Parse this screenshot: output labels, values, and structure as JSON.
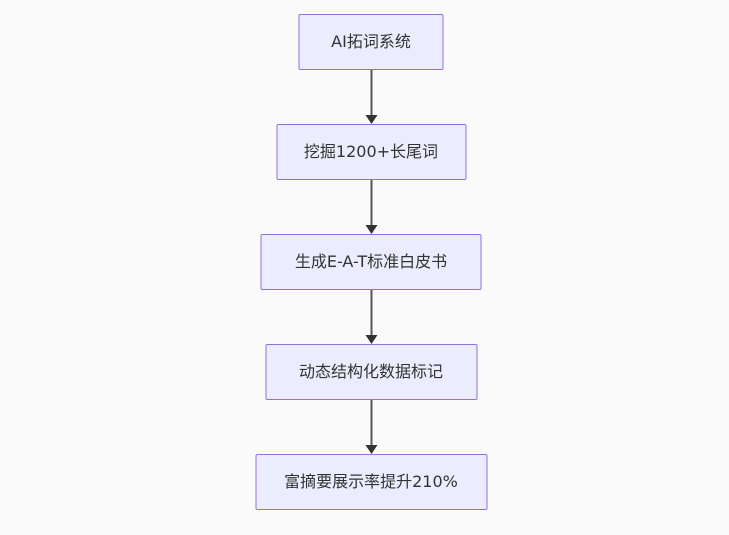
{
  "diagram": {
    "type": "flowchart",
    "direction": "top-down",
    "nodes": [
      {
        "id": "A",
        "label": "AI拓词系统"
      },
      {
        "id": "B",
        "label": "挖掘1200+长尾词"
      },
      {
        "id": "C",
        "label": "生成E-A-T标准白皮书"
      },
      {
        "id": "D",
        "label": "动态结构化数据标记"
      },
      {
        "id": "E",
        "label": "富摘要展示率提升210%"
      }
    ],
    "edges": [
      {
        "from": "A",
        "to": "B",
        "style": "arrow-down"
      },
      {
        "from": "B",
        "to": "C",
        "style": "arrow-down"
      },
      {
        "from": "C",
        "to": "D",
        "style": "arrow-down"
      },
      {
        "from": "D",
        "to": "E",
        "style": "arrow-down"
      }
    ],
    "colors": {
      "background": "#fafafa",
      "node_fill": "#ECECFF",
      "node_border": "#9370DB",
      "node_text": "#333333",
      "edge_line": "#555555",
      "arrowhead": "#333333"
    }
  }
}
